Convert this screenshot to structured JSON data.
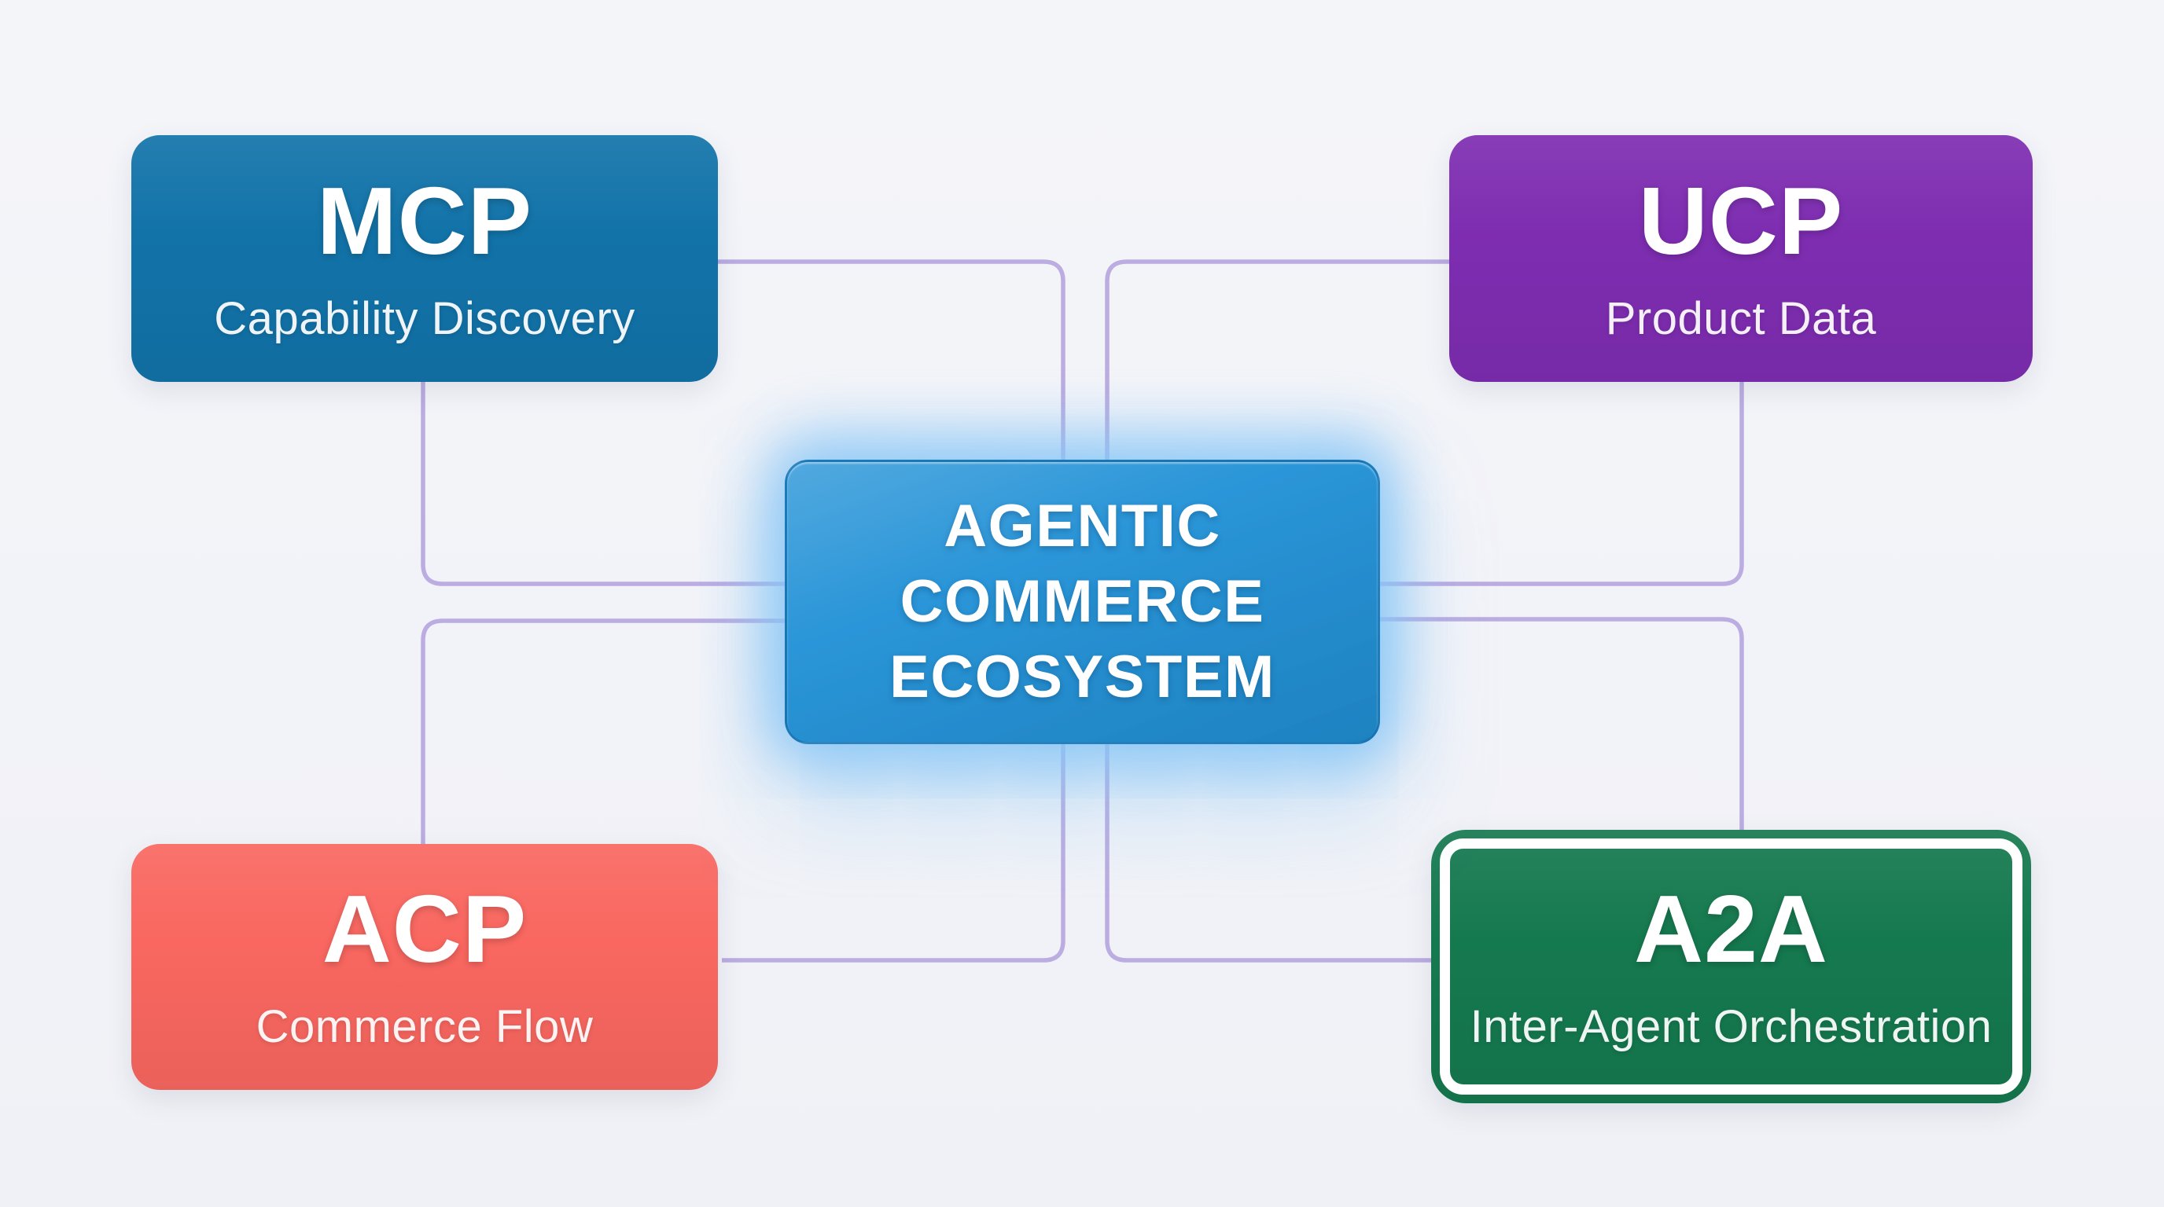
{
  "canvas": {
    "background": "#f2f3f8",
    "connector_color": "#b7a8df"
  },
  "center_node": {
    "lines": [
      "AGENTIC",
      "COMMERCE",
      "ECOSYSTEM"
    ],
    "full_label": "AGENTIC COMMERCE ECOSYSTEM",
    "color": "#2191d6",
    "glow_color": "#8cc8f6"
  },
  "nodes": {
    "mcp": {
      "acronym": "MCP",
      "description": "Capability Discovery",
      "color": "#1273a9",
      "position": "top-left"
    },
    "ucp": {
      "acronym": "UCP",
      "description": "Product Data",
      "color": "#7e2db1",
      "position": "top-right"
    },
    "acp": {
      "acronym": "ACP",
      "description": "Commerce Flow",
      "color": "#f96760",
      "position": "bottom-left"
    },
    "a2a": {
      "acronym": "A2A",
      "description": "Inter-Agent Orchestration",
      "color": "#15794f",
      "position": "bottom-right",
      "border_style": "double-white-ring"
    }
  }
}
